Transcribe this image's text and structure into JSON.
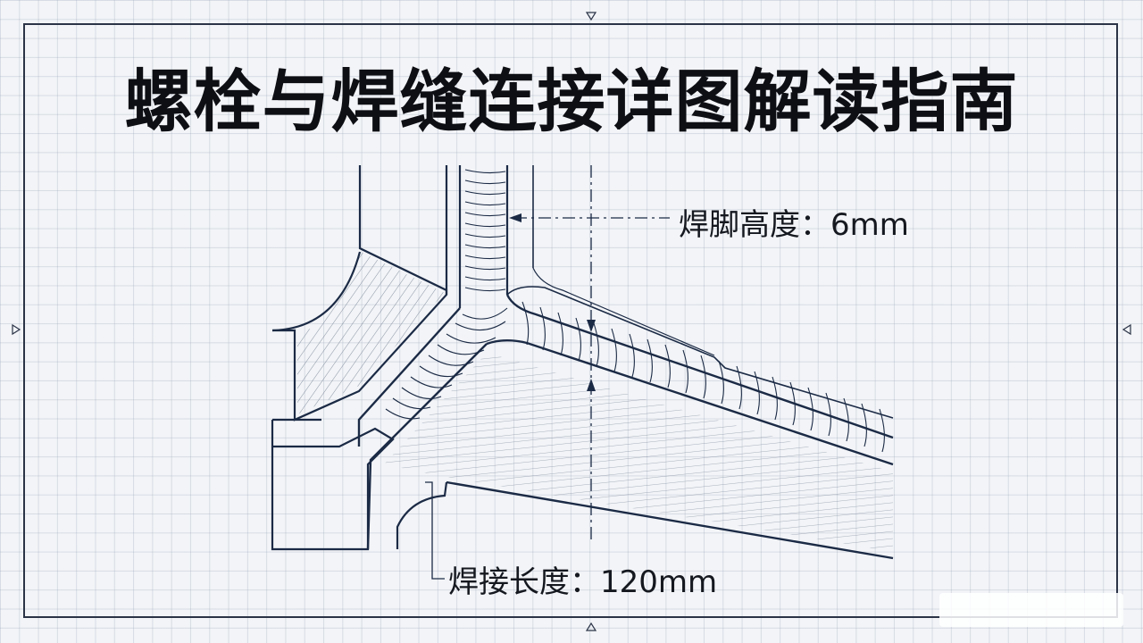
{
  "title": "螺栓与焊缝连接详图解读指南",
  "annotations": {
    "weld_leg": "焊脚高度：6mm",
    "weld_length": "焊接长度：120mm"
  },
  "colors": {
    "line": "#1b2a45",
    "hatch": "#5d6a80",
    "grid": "#c7cfdb",
    "background": "#f2f4f7"
  }
}
